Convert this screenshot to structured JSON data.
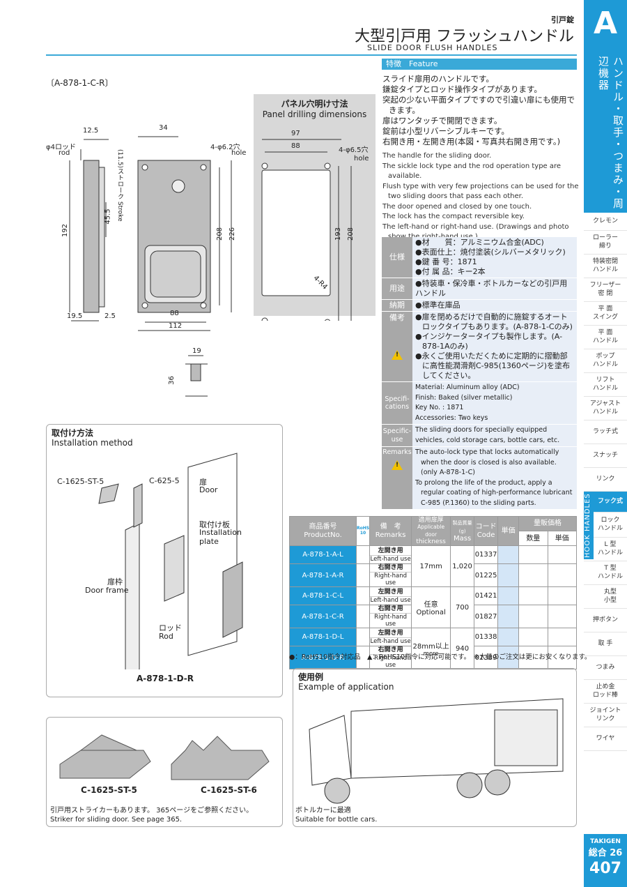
{
  "header": {
    "section": "引戸錠",
    "title_ja": "大型引戸用 フラッシュハンドル",
    "title_en": "SLIDE DOOR FLUSH HANDLES"
  },
  "side": {
    "letter": "A",
    "category": "ハンドル・取手・つまみ・周辺機器",
    "items": [
      "クレモン",
      "ローラー\n締り",
      "特装密閉\nハンドル",
      "フリーザー\n密 閉",
      "平 面\nスイング",
      "平 面\nハンドル",
      "ポップ\nハンドル",
      "リフト\nハンドル",
      "アジャスト\nハンドル",
      "ラッチ式",
      "スナッチ",
      "リンク",
      "フック式",
      "ロック\nハンドル",
      "L 型\nハンドル",
      "T 型\nハンドル",
      "丸型\n小型",
      "押ボタン",
      "取 手",
      "つまみ",
      "止め金\nロッド棒",
      "ジョイント\nリンク",
      "ワイヤ"
    ],
    "hook_label": "HOOK HANDLES",
    "brand": "TAKIGEN",
    "volume": "総合 26",
    "page": "407"
  },
  "drawing": {
    "model": "〔A-878-1-C-R〕",
    "labels": {
      "rod_ja": "φ4ロッド",
      "rod_en": "rod",
      "stroke": "(11.5)ストローク Stroke",
      "hole_ja": "4-φ6.2穴",
      "hole_en": "hole",
      "d12_5": "12.5",
      "d34": "34",
      "d192": "192",
      "d45_5": "45.5",
      "d208": "208",
      "d226": "226",
      "d19_5": "19.5",
      "d2_5": "2.5",
      "d88": "88",
      "d112": "112",
      "d19": "19",
      "d36": "36"
    }
  },
  "panel": {
    "title_ja": "パネル穴明け寸法",
    "title_en": "Panel drilling dimensions",
    "d97": "97",
    "d88": "88",
    "hole_ja": "4-φ6.5穴",
    "hole_en": "hole",
    "d193": "193",
    "d208": "208",
    "r4": "4-R4"
  },
  "feature": {
    "head": "特徴　Feature",
    "ja": [
      "スライド扉用のハンドルです。",
      "鎌錠タイプとロッド操作タイプがあります。",
      "突起の少ない平面タイプですので引違い扉にも使用できます。",
      "扉はワンタッチで開閉できます。",
      "錠前は小型リバーシブルキーです。",
      "右開き用・左開き用(本図・写真共右開き用です。)"
    ],
    "en": [
      "The handle for the sliding door.",
      "The sickle lock type and the rod operation type are available.",
      "Flush type with very few projections can be used for the two sliding doors that pass each other.",
      "The door opened and closed by one touch.",
      "The lock has the compact reversible key.",
      "The left-hand or right-hand use. (Drawings and photo show the right-hand use.)"
    ]
  },
  "spec_ja": {
    "label1": "仕様",
    "spec": [
      "●材　　質：アルミニウム合金(ADC)",
      "●表面仕上：焼付塗装(シルバーメタリック)",
      "●鍵 番 号：1871",
      "●付 属 品：キー2本"
    ],
    "label2": "用途",
    "use": "●特装車・保冷車・ボトルカーなどの引戸用ハンドル",
    "label3": "納期",
    "delivery": "●標準在庫品",
    "label4": "備考",
    "remarks": [
      "●扉を閉めるだけで自動的に施錠するオートロックタイプもあります。(A-878-1-Cのみ)",
      "●インジケータータイプも製作します。(A-878-1Aのみ)",
      "●永くご使用いただくために定期的に摺動部に高性能潤滑剤C-985(1360ページ)を塗布してください。"
    ]
  },
  "spec_en": {
    "label1": "Specifi-cations",
    "spec": [
      "Material: Aluminum alloy (ADC)",
      "Finish: Baked (silver metallic)",
      "Key No. : 1871",
      "Accessories: Two keys"
    ],
    "label2": "Specific-use",
    "use": "The sliding doors for specially equipped vehicles, cold storage cars, bottle cars, etc.",
    "label3": "Remarks",
    "remarks": [
      "The auto-lock type that locks automatically when the door is closed is also available. (only A-878-1-C)",
      "To prolong the life of the product, apply a regular coating of high-performance lubricant C-985 (P.1360) to the sliding parts."
    ]
  },
  "table": {
    "headers": {
      "product_ja": "商品番号",
      "product_en": "ProductNo.",
      "rohs": "RoHS 10",
      "remarks_ja": "備　考",
      "remarks_en": "Remarks",
      "thick_ja": "適用扉厚",
      "thick_en1": "Applicable door",
      "thick_en2": "thickness",
      "mass_ja": "製品質量(g)",
      "mass_en": "Mass",
      "code_ja": "コード",
      "code_en": "Code",
      "unit": "単価",
      "price": "量販価格",
      "qty": "数量",
      "unit2": "単価"
    },
    "rows": [
      {
        "pn": "A-878-1-A-L",
        "ja": "左開き用",
        "en": "Left-hand use",
        "code": "01337"
      },
      {
        "pn": "A-878-1-A-R",
        "ja": "右開き用",
        "en": "Right-hand use",
        "code": "01225"
      },
      {
        "pn": "A-878-1-C-L",
        "ja": "左開き用",
        "en": "Left-hand use",
        "code": "01421"
      },
      {
        "pn": "A-878-1-C-R",
        "ja": "右開き用",
        "en": "Right-hand use",
        "code": "01827"
      },
      {
        "pn": "A-878-1-D-L",
        "ja": "左開き用",
        "en": "Left-hand use",
        "code": "01338"
      },
      {
        "pn": "A-878-1-D-R",
        "ja": "右開き用",
        "en": "Right-hand use",
        "code": "01339"
      }
    ],
    "groups": [
      {
        "thick": "17mm",
        "mass": "1,020"
      },
      {
        "thick": "任意",
        "thick_en": "Optional",
        "mass": "700"
      },
      {
        "thick": "28mm以上",
        "thick_en": "more",
        "mass": "940"
      }
    ],
    "legend": "●：RoHS10指令対応品　▲：RoHS10指令に対応可能です。　※大量のご注文は更にお安くなります。"
  },
  "install": {
    "title_ja": "取付け方法",
    "title_en": "Installation method",
    "striker": "C-1625-ST-5",
    "c625": "C-625-5",
    "door_ja": "扉",
    "door_en": "Door",
    "plate_ja": "取付け板",
    "plate_en1": "Installation",
    "plate_en2": "plate",
    "frame_ja": "扉枠",
    "frame_en": "Door frame",
    "rod_ja": "ロッド",
    "rod_en": "Rod",
    "model": "A-878-1-D-R"
  },
  "example": {
    "title_ja": "使用例",
    "title_en": "Example of application",
    "cap_ja": "ボトルカーに最適",
    "cap_en": "Suitable for bottle cars."
  },
  "striker": {
    "name1": "C-1625-ST-5",
    "name2": "C-1625-ST-6",
    "cap_ja": "引戸用ストライカーもあります。 365ページをご参照ください。",
    "cap_en": "Striker for sliding door. See page 365."
  }
}
